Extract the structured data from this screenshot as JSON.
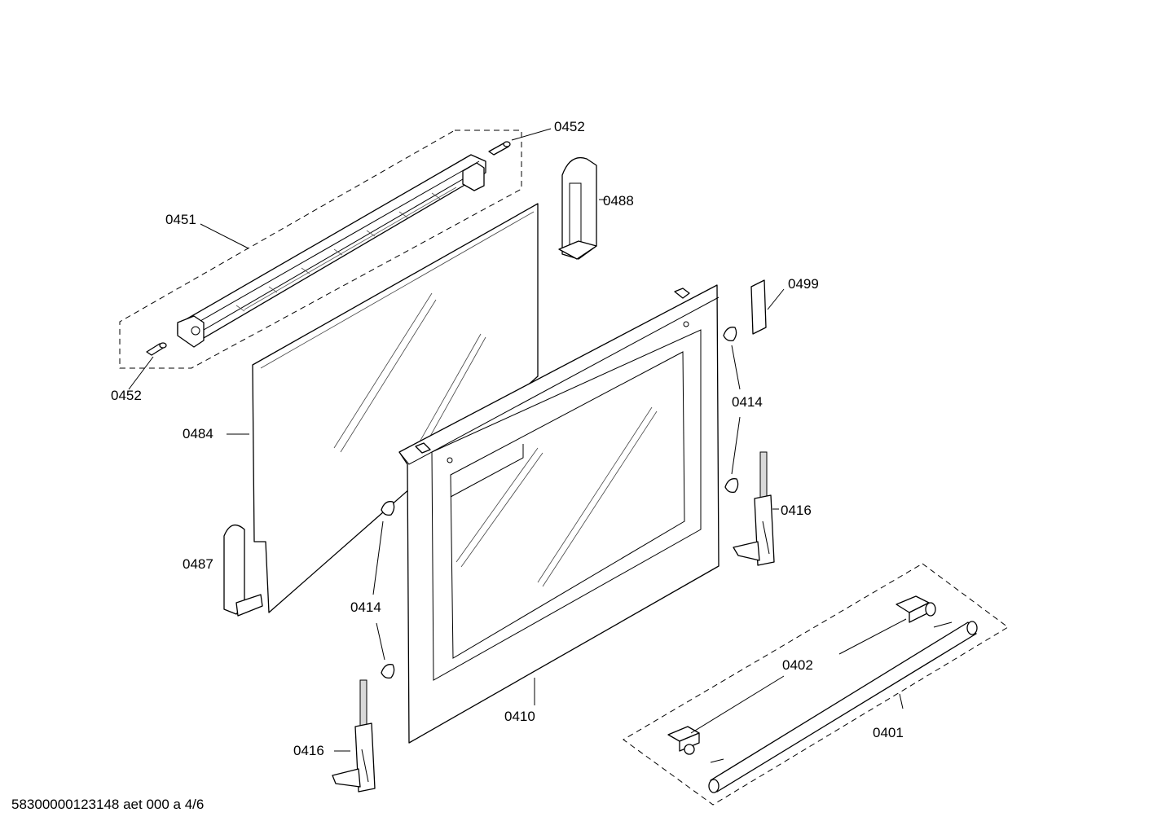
{
  "diagram": {
    "callouts": {
      "c0452_top": "0452",
      "c0451": "0451",
      "c0488": "0488",
      "c0499": "0499",
      "c0452_bottom": "0452",
      "c0484": "0484",
      "c0414_right": "0414",
      "c0416_right": "0416",
      "c0487": "0487",
      "c0414_left": "0414",
      "c0402": "0402",
      "c0410": "0410",
      "c0401": "0401",
      "c0416_left": "0416"
    },
    "footer": "58300000123148 aet 000 a 4/6"
  }
}
